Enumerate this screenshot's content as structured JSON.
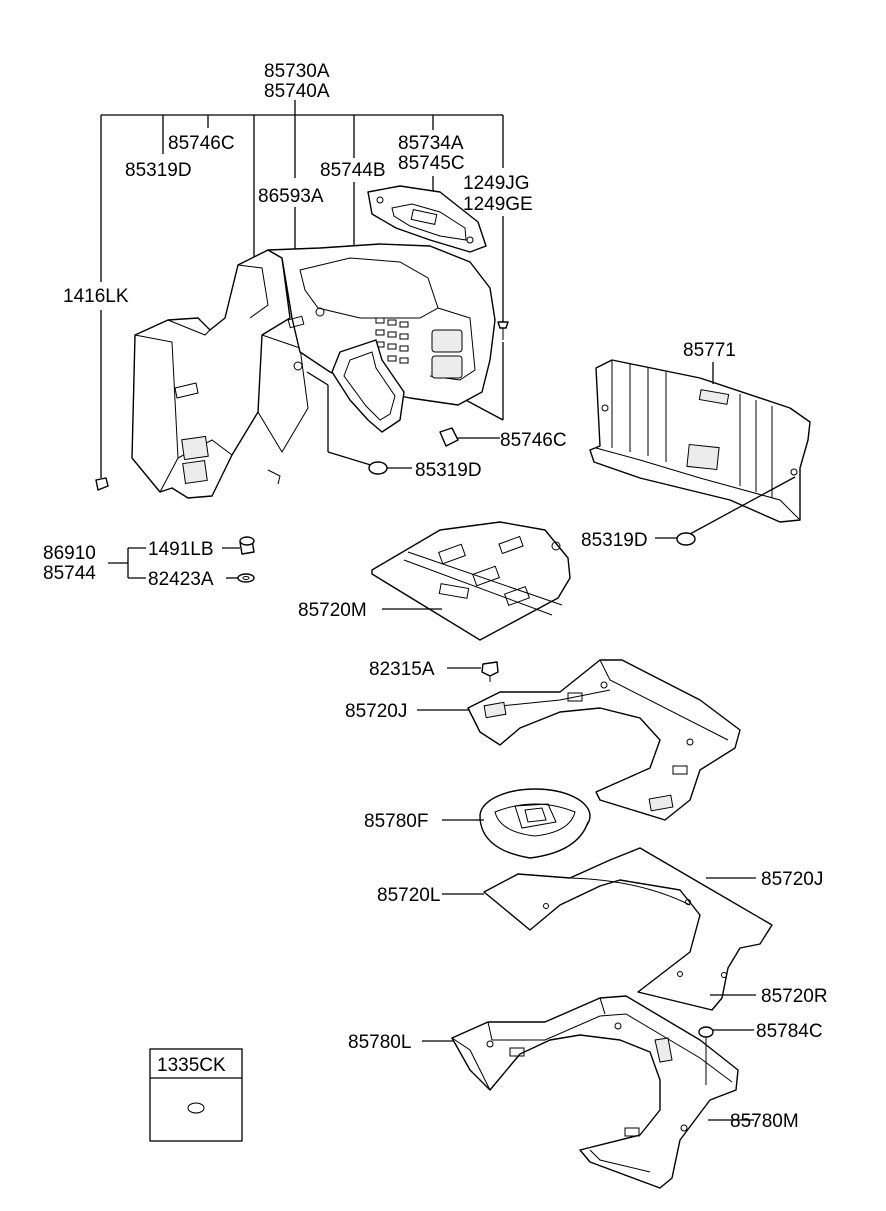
{
  "labels": {
    "l85730A": "85730A",
    "l85740A": "85740A",
    "l85746C_top": "85746C",
    "l85319D_top": "85319D",
    "l85734A": "85734A",
    "l85745C": "85745C",
    "l85744B": "85744B",
    "l1249JG": "1249JG",
    "l1249GE": "1249GE",
    "l86593A": "86593A",
    "l1416LK": "1416LK",
    "l85746C_mid": "85746C",
    "l85319D_mid": "85319D",
    "l85771": "85771",
    "l85319D_right": "85319D",
    "l86910": "86910",
    "l85744": "85744",
    "l1491LB": "1491LB",
    "l82423A": "82423A",
    "l85720M": "85720M",
    "l82315A": "82315A",
    "l85720J_top": "85720J",
    "l85780F": "85780F",
    "l85720L": "85720L",
    "l85720J_right": "85720J",
    "l85720R": "85720R",
    "l85780L": "85780L",
    "l85784C": "85784C",
    "l85780M": "85780M",
    "l1335CK": "1335CK"
  }
}
